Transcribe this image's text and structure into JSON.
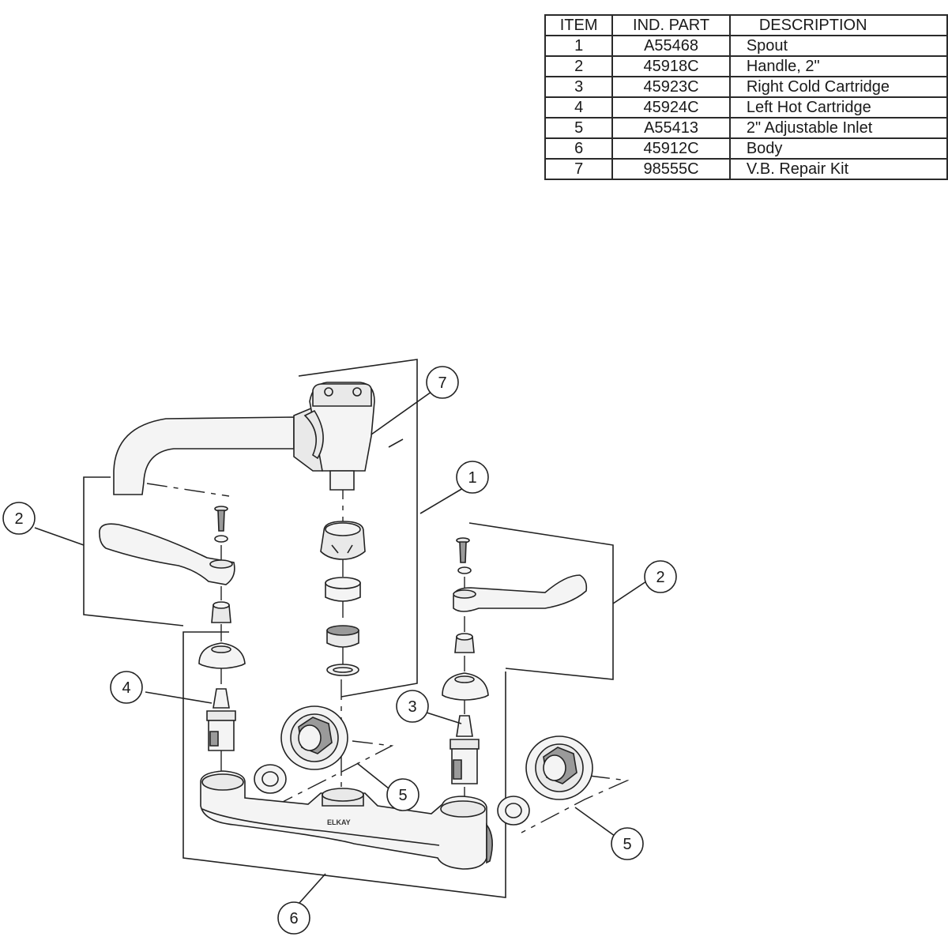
{
  "parts_table": {
    "headers": [
      "ITEM",
      "IND. PART",
      "DESCRIPTION"
    ],
    "rows": [
      {
        "item": "1",
        "part": "A55468",
        "description": "Spout"
      },
      {
        "item": "2",
        "part": "45918C",
        "description": "Handle, 2\""
      },
      {
        "item": "3",
        "part": "45923C",
        "description": "Right Cold Cartridge"
      },
      {
        "item": "4",
        "part": "45924C",
        "description": "Left Hot Cartridge"
      },
      {
        "item": "5",
        "part": "A55413",
        "description": "2\" Adjustable Inlet"
      },
      {
        "item": "6",
        "part": "45912C",
        "description": "Body"
      },
      {
        "item": "7",
        "part": "98555C",
        "description": "V.B. Repair Kit"
      }
    ]
  },
  "callouts": {
    "spout": "1",
    "handle_left": "2",
    "handle_right": "2",
    "right_cold_cartridge": "3",
    "left_hot_cartridge": "4",
    "inlet_center": "5",
    "inlet_right": "5",
    "body": "6",
    "vb_repair_kit": "7"
  },
  "body_logo_text": "ELKAY"
}
